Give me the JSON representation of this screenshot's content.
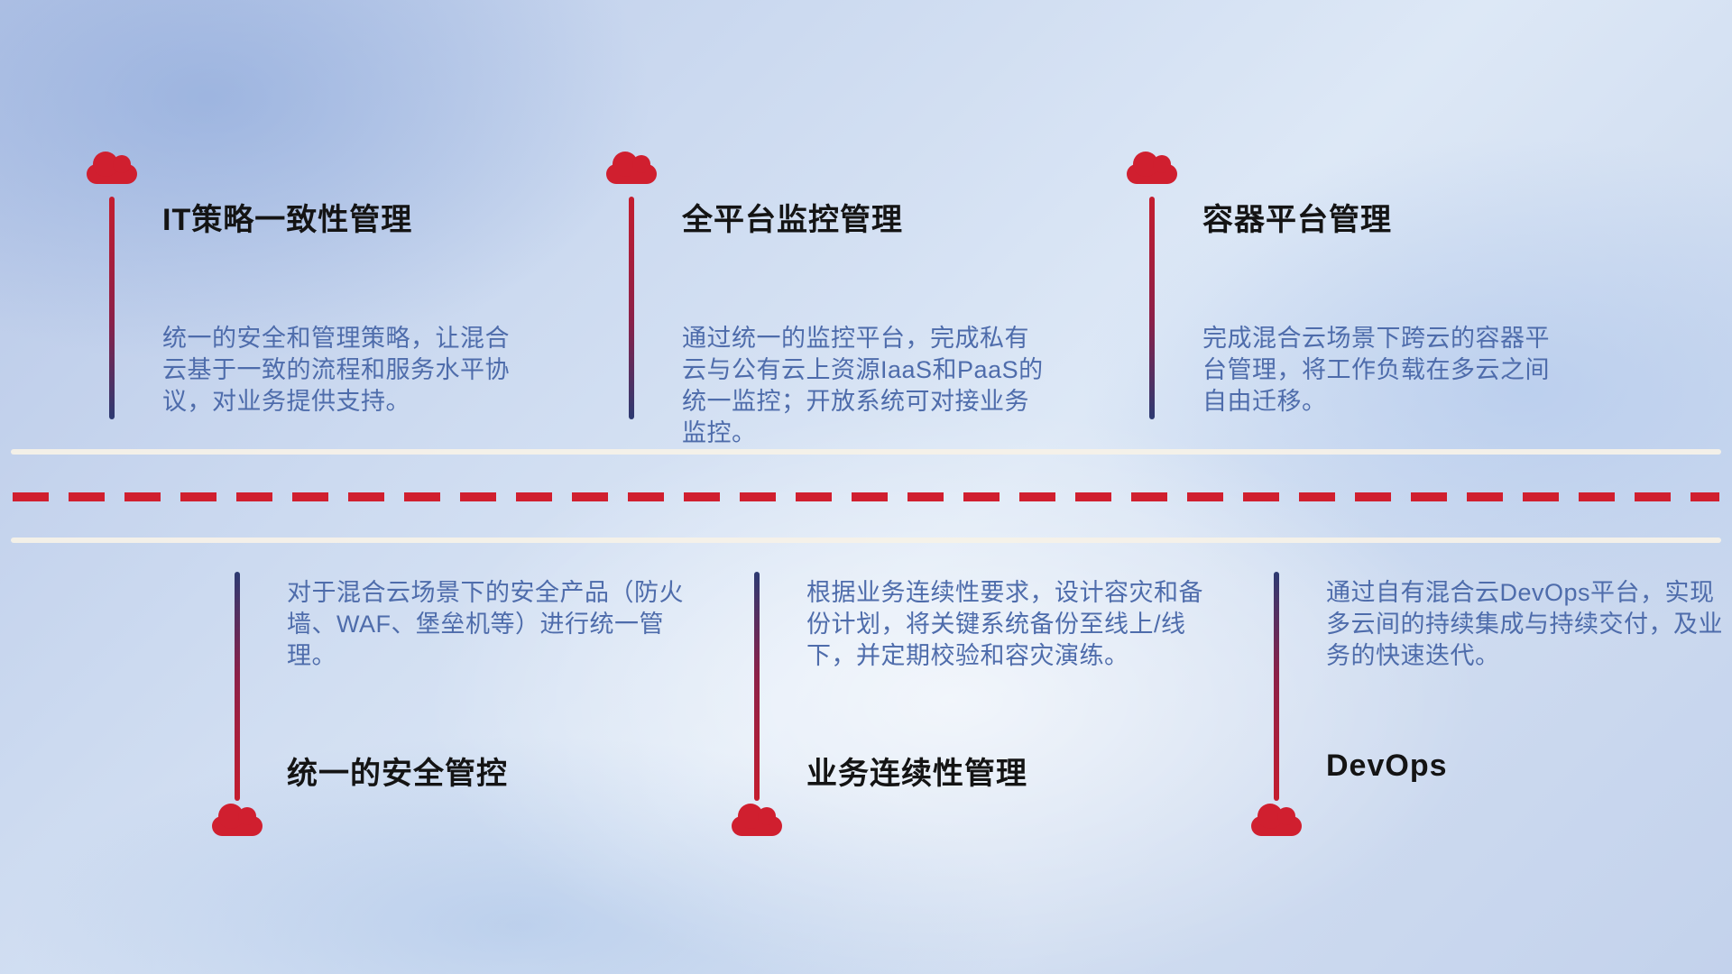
{
  "colors": {
    "cloud_red": "#d01f2f",
    "line_navy": "#2c3a72",
    "title_color": "#141414",
    "desc_color": "#4e6cab",
    "band_color": "#f5f1e8"
  },
  "items_top": [
    {
      "title": "IT策略一致性管理",
      "desc": "统一的安全和管理策略，让混合云基于一致的流程和服务水平协议，对业务提供支持。"
    },
    {
      "title": "全平台监控管理",
      "desc": "通过统一的监控平台，完成私有云与公有云上资源IaaS和PaaS的统一监控；开放系统可对接业务监控。"
    },
    {
      "title": "容器平台管理",
      "desc": "完成混合云场景下跨云的容器平台管理，将工作负载在多云之间自由迁移。"
    }
  ],
  "items_bottom": [
    {
      "title": "统一的安全管控",
      "desc": "对于混合云场景下的安全产品（防火墙、WAF、堡垒机等）进行统一管理。"
    },
    {
      "title": "业务连续性管理",
      "desc": "根据业务连续性要求，设计容灾和备份计划，将关键系统备份至线上/线下，并定期校验和容灾演练。"
    },
    {
      "title": "DevOps",
      "desc": "通过自有混合云DevOps平台，实现多云间的持续集成与持续交付，及业务的快速迭代。"
    }
  ]
}
